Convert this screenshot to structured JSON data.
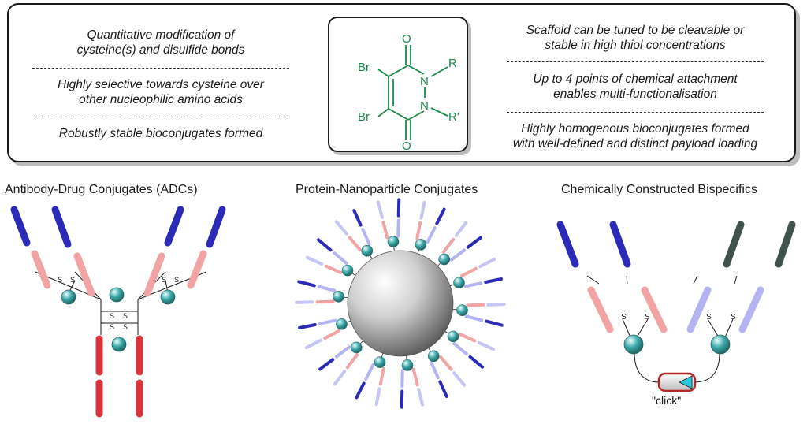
{
  "left_features": [
    "Quantitative modification of\ncysteine(s) and disulfide bonds",
    "Highly selective towards cysteine over\nother nucleophilic amino acids",
    "Robustly stable bioconjugates formed"
  ],
  "right_features": [
    "Scaffold can be tuned to be cleavable or\nstable in high thiol concentrations",
    "Up to 4 points of chemical attachment\nenables multi-functionalisation",
    "Highly homogenous bioconjugates formed\nwith well-defined and distinct payload loading"
  ],
  "molecule": {
    "atoms": {
      "br_top": "Br",
      "br_bottom": "Br",
      "o_top": "O",
      "o_bottom": "O",
      "n_top": "N",
      "n_bottom": "N",
      "r": "R",
      "r_prime": "R'"
    },
    "color": "#1a8a4a"
  },
  "sections": {
    "adc_title": "Antibody-Drug Conjugates (ADCs)",
    "pnc_title": "Protein-Nanoparticle Conjugates",
    "bispecific_title": "Chemically Constructed Bispecifics"
  },
  "labels": {
    "sulfur": "S",
    "click": "\"click\""
  },
  "colors": {
    "heavy_chain": "#d9343c",
    "light_chain_var": "#2b2bb8",
    "light_chain_const": "#f2a3a3",
    "dark_chain": "#3f524c",
    "payload": "#3aa6a6",
    "click_tip": "#27c9e0"
  }
}
